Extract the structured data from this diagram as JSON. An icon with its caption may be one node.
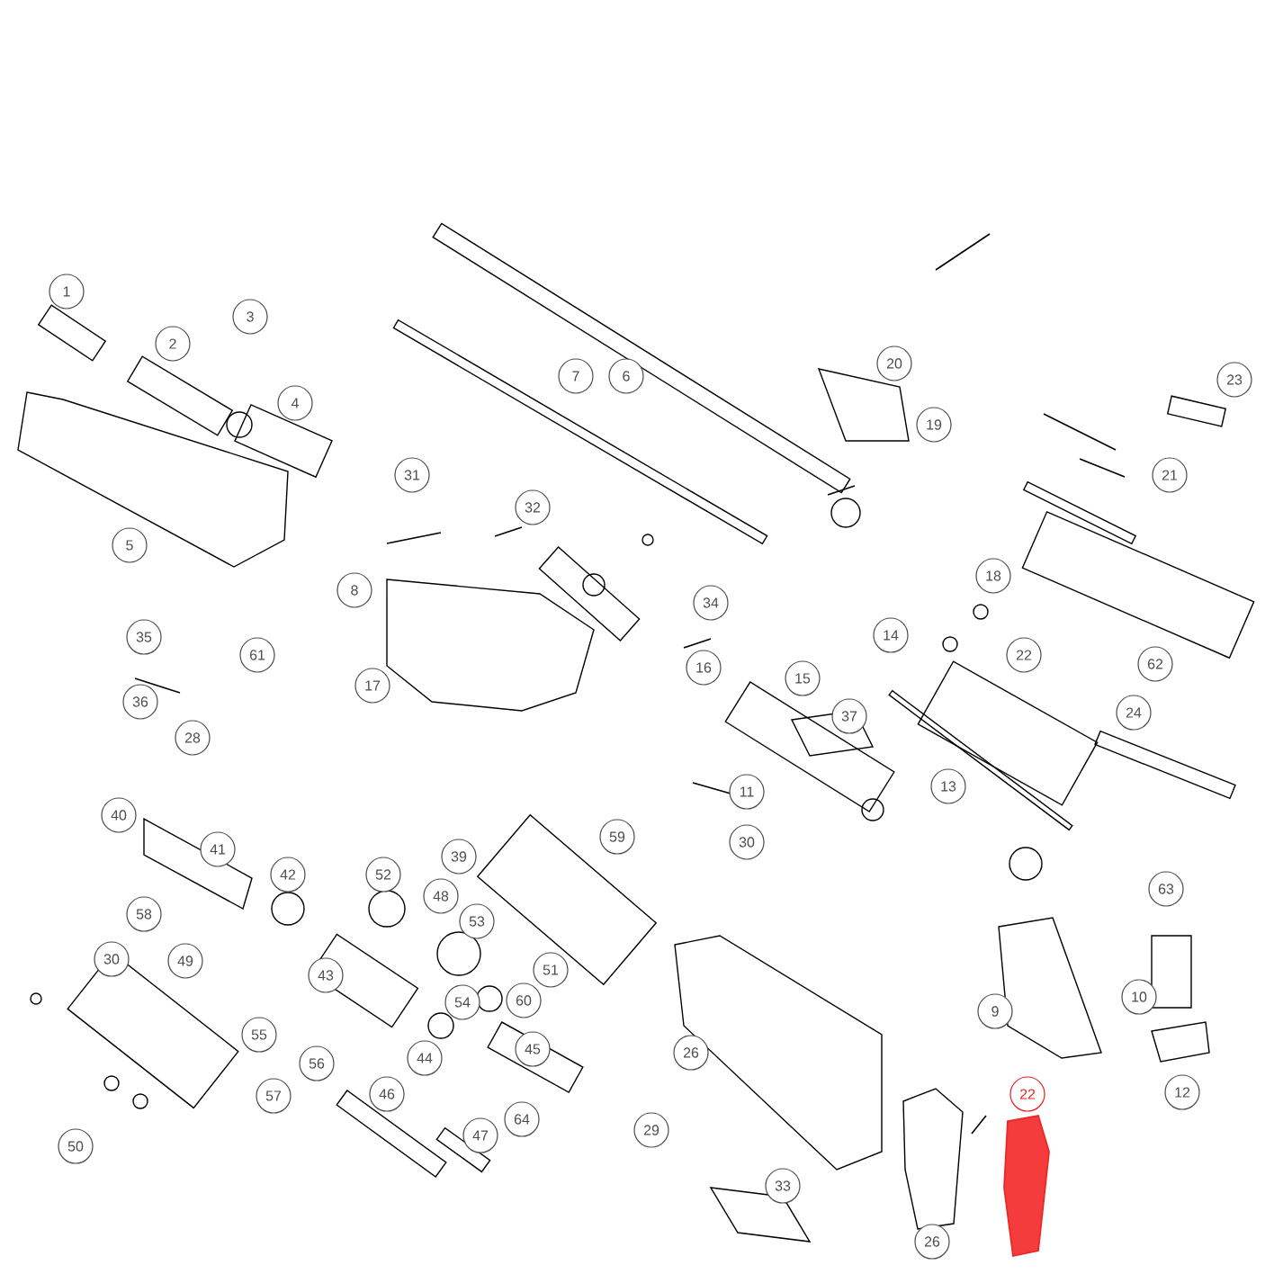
{
  "diagram": {
    "labels": [
      "1",
      "3",
      "7",
      "6",
      "20",
      "23",
      "2",
      "4",
      "19",
      "5",
      "31",
      "21",
      "32",
      "8",
      "18",
      "35",
      "61",
      "34",
      "14",
      "22",
      "62",
      "16",
      "15",
      "17",
      "36",
      "24",
      "37",
      "28",
      "11",
      "13",
      "40",
      "30",
      "59",
      "41",
      "39",
      "42",
      "52",
      "48",
      "58",
      "53",
      "63",
      "30",
      "49",
      "43",
      "51",
      "54",
      "60",
      "9",
      "10",
      "55",
      "26",
      "45",
      "44",
      "56",
      "46",
      "57",
      "22",
      "12",
      "64",
      "29",
      "47",
      "50",
      "33",
      "26"
    ]
  }
}
